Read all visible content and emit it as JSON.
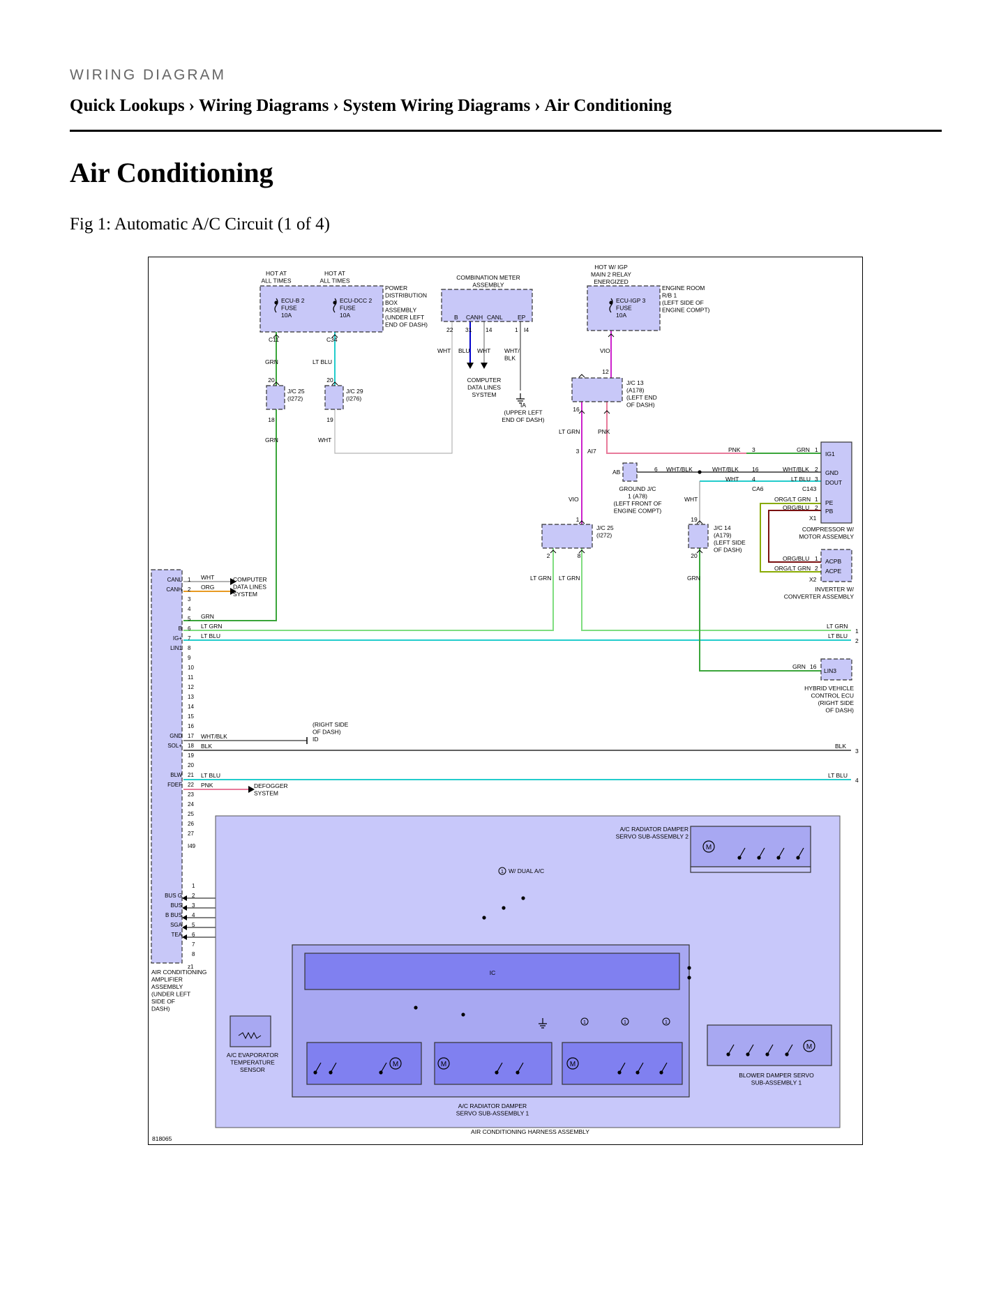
{
  "header": {
    "kicker": "WIRING DIAGRAM",
    "breadcrumb": [
      "Quick Lookups",
      "Wiring Diagrams",
      "System Wiring Diagrams",
      "Air Conditioning"
    ],
    "separator": "›"
  },
  "page_title": "Air Conditioning",
  "figure_caption": "Fig 1: Automatic A/C Circuit (1 of 4)",
  "diagram": {
    "id_number": "818065",
    "colors": {
      "component_fill": "#c8c8f8",
      "ic_fill": "#8080f0",
      "GRN": "#3aa53a",
      "LT GRN": "#7fdd7f",
      "LT BLU": "#22cccc",
      "VIO": "#cc22cc",
      "PNK": "#e87a9a",
      "ORG": "#e89a22",
      "BLU": "#0000cc",
      "WHT": "#aaaaaa",
      "BLK": "#000000",
      "ORG/BLU": "#b58900",
      "ORG/LT GRN": "#88aa00"
    },
    "labels": {
      "hot_at_all_times_1": [
        "HOT AT",
        "ALL TIMES"
      ],
      "hot_at_all_times_2": [
        "HOT AT",
        "ALL TIMES"
      ],
      "ecu_b2": [
        "ECU-B 2",
        "FUSE",
        "10A"
      ],
      "ecu_dcc2": [
        "ECU-DCC 2",
        "FUSE",
        "10A"
      ],
      "power_dist": [
        "POWER",
        "DISTRIBUTION",
        "BOX",
        "ASSEMBLY",
        "(UNDER LEFT",
        "END OF DASH)"
      ],
      "comb_meter": [
        "COMBINATION METER",
        "ASSEMBLY"
      ],
      "comb_pins": [
        "B",
        "CANH",
        "CANL",
        "EP"
      ],
      "hot_igp": [
        "HOT W/ IGP",
        "MAIN 2 RELAY",
        "ENERGIZED"
      ],
      "ecu_igp3": [
        "ECU-IGP 3",
        "FUSE",
        "10A"
      ],
      "engine_room_rb": [
        "ENGINE ROOM",
        "R/B 1",
        "(LEFT SIDE OF",
        "ENGINE COMPT)"
      ],
      "c11": "C11",
      "c34": "C34",
      "i4": "I4",
      "pin_22": "22",
      "pin_31": "31",
      "pin_14": "14",
      "pin_1": "1",
      "grn": "GRN",
      "lt_blu": "LT BLU",
      "wht": "WHT",
      "blu": "BLU",
      "wht_blk_a": [
        "WHT/",
        "BLK"
      ],
      "vio": "VIO",
      "pnk": "PNK",
      "lt_grn": "LT GRN",
      "org": "ORG",
      "blk": "BLK",
      "wht_blk": "WHT/BLK",
      "org_lt_grn": "ORG/LT GRN",
      "org_blu": "ORG/BLU",
      "jc25_a": [
        "J/C 25",
        "(I272)"
      ],
      "jc29": [
        "J/C 29",
        "(I276)"
      ],
      "jc13": [
        "J/C 13",
        "(A178)",
        "(LEFT END",
        "OF DASH)"
      ],
      "jc25_b": [
        "J/C 25",
        "(I272)"
      ],
      "jc14": [
        "J/C 14",
        "(A179)",
        "(LEFT SIDE",
        "OF DASH)"
      ],
      "comp_data_1": [
        "COMPUTER",
        "DATA LINES",
        "SYSTEM"
      ],
      "ia_ground": [
        "IA",
        "(UPPER LEFT",
        "END OF DASH)"
      ],
      "n20": "20",
      "n18": "18",
      "n19": "19",
      "n12": "12",
      "n16": "16",
      "n3": "3",
      "n2": "2",
      "n8": "8",
      "n6": "6",
      "n4": "4",
      "ai7": "AI7",
      "ab": "AB",
      "ground_jc": [
        "GROUND J/C",
        "1 (A78)",
        "(LEFT FRONT OF",
        "ENGINE COMPT)"
      ],
      "ca6": "CA6",
      "c143": "C143",
      "x1": "X1",
      "x2": "X2",
      "compressor_pins": [
        "IG1",
        "GND",
        "DOUT",
        "PE",
        "PB"
      ],
      "compressor": [
        "COMPRESSOR W/",
        "MOTOR ASSEMBLY"
      ],
      "inverter_pins": [
        "ACPB",
        "ACPE"
      ],
      "inverter": [
        "INVERTER W/",
        "CONVERTER ASSEMBLY"
      ],
      "hv_ecu_pin": "LIN3",
      "hv_ecu": [
        "HYBRID VEHICLE",
        "CONTROL ECU",
        "(RIGHT SIDE",
        "OF DASH)"
      ],
      "amp_pins_i49": [
        "CANL",
        "CANH",
        "",
        "",
        "",
        "B",
        "IG+",
        "LIN1",
        "",
        "",
        "",
        "",
        "",
        "",
        "",
        "",
        "GND",
        "SOL+",
        "",
        "",
        "BLW",
        "FDEF",
        "",
        "",
        "",
        "",
        ""
      ],
      "i49": "I49",
      "amp_pins_z1": [
        "",
        "BUS G",
        "BUS",
        "B BUS",
        "SGA",
        "TEA",
        "",
        ""
      ],
      "z1": "z1",
      "amp_name": [
        "AIR CONDITIONING",
        "AMPLIFIER",
        "ASSEMBLY",
        "(UNDER LEFT",
        "SIDE OF",
        "DASH)"
      ],
      "comp_data_2": [
        "COMPUTER",
        "DATA LINES",
        "SYSTEM"
      ],
      "right_side_dash": [
        "(RIGHT SIDE",
        "OF DASH)",
        "ID"
      ],
      "defogger": [
        "DEFOGGER",
        "SYSTEM"
      ],
      "rad_damper_2": [
        "A/C RADIATOR DAMPER",
        "SERVO SUB-ASSEMBLY 2"
      ],
      "dual_ac": "W/ DUAL A/C",
      "circled_1": "1",
      "motor": "M",
      "ic": "IC",
      "evap_sensor": [
        "A/C EVAPORATOR",
        "TEMPERATURE",
        "SENSOR"
      ],
      "rad_damper_1": [
        "A/C RADIATOR DAMPER",
        "SERVO SUB-ASSEMBLY 1"
      ],
      "blower_damper": [
        "BLOWER DAMPER SERVO",
        "SUB-ASSEMBLY 1"
      ],
      "harness": "AIR CONDITIONING HARNESS ASSEMBLY",
      "off1": "1",
      "off2": "2",
      "off3": "3",
      "off4": "4"
    }
  }
}
